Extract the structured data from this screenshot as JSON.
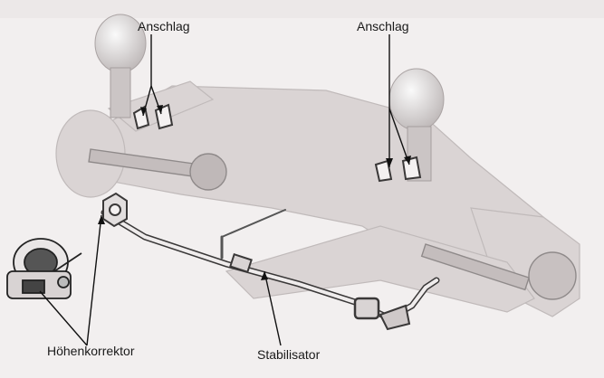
{
  "labels": {
    "anschlag_left": "Anschlag",
    "anschlag_right": "Anschlag",
    "hoehenkorrektor": "Höhenkorrektor",
    "stabilisator": "Stabilisator"
  },
  "colors": {
    "background": "#f2efef",
    "chassis": "#cfc9c9",
    "chassis_dark": "#8f8a8a",
    "highlight": "#3a3838",
    "leader": "#111111"
  }
}
